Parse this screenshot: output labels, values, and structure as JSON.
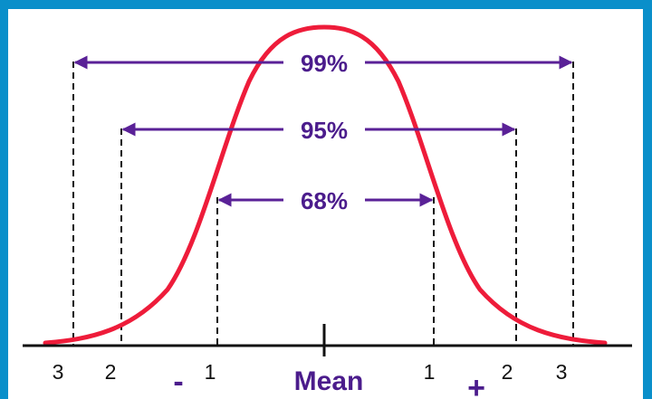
{
  "intervals": [
    {
      "label": "99%",
      "sd": 3
    },
    {
      "label": "95%",
      "sd": 2
    },
    {
      "label": "68%",
      "sd": 1
    }
  ],
  "ticks": {
    "left_3": "3",
    "left_2": "2",
    "left_1": "1",
    "right_1": "1",
    "right_2": "2",
    "right_3": "3"
  },
  "center_label": "Mean",
  "minus_sign": "-",
  "plus_sign": "+",
  "colors": {
    "curve": "#ee1c3a",
    "arrows": "#5a2197",
    "labels": "#4b1c8c",
    "frame": "#0a8fca",
    "axis": "#111111"
  }
}
